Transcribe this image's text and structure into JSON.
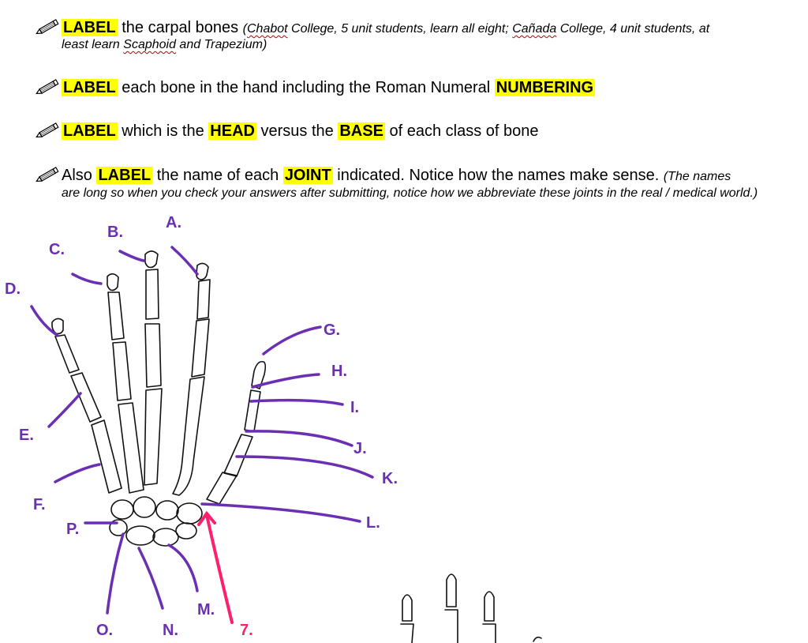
{
  "instructions": [
    {
      "lead": "LABEL",
      "text": " the carpal bones ",
      "note_prefix": "(",
      "note_link1": "Chabot",
      "note_mid1": " College, 5 unit students, learn all eight; ",
      "note_link2": "Cañada",
      "note_mid2": " College, 4 unit students, at least learn ",
      "note_link3": "Scaphoid",
      "note_end": " and Trapezium)"
    },
    {
      "lead": "LABEL",
      "text": " each bone in the hand including the Roman Numeral ",
      "highlight": "NUMBERING"
    },
    {
      "lead": "LABEL",
      "text1": " which is the ",
      "highlight1": "HEAD",
      "text2": " versus the ",
      "highlight2": "BASE",
      "text3": " of each class of bone"
    },
    {
      "prefix": "Also ",
      "lead": "LABEL",
      "text1": " the name of each ",
      "highlight": "JOINT",
      "text2": " indicated. Notice how the names make sense. ",
      "note_start": "(The names",
      "note_rest": "are long so when you check your answers after submitting, notice how we abbreviate these joints in the real / medical world.)"
    }
  ],
  "labels": [
    "A.",
    "B.",
    "C.",
    "D.",
    "E.",
    "F.",
    "G.",
    "H.",
    "I.",
    "J.",
    "K.",
    "L.",
    "M.",
    "N.",
    "O.",
    "P.",
    "7."
  ],
  "colors": {
    "highlight": "#ffff00",
    "annotation": "#6a2fb3",
    "pink": "#ff1f6e",
    "spellcheck": "#c00000"
  },
  "icons": [
    "pencil-icon"
  ]
}
